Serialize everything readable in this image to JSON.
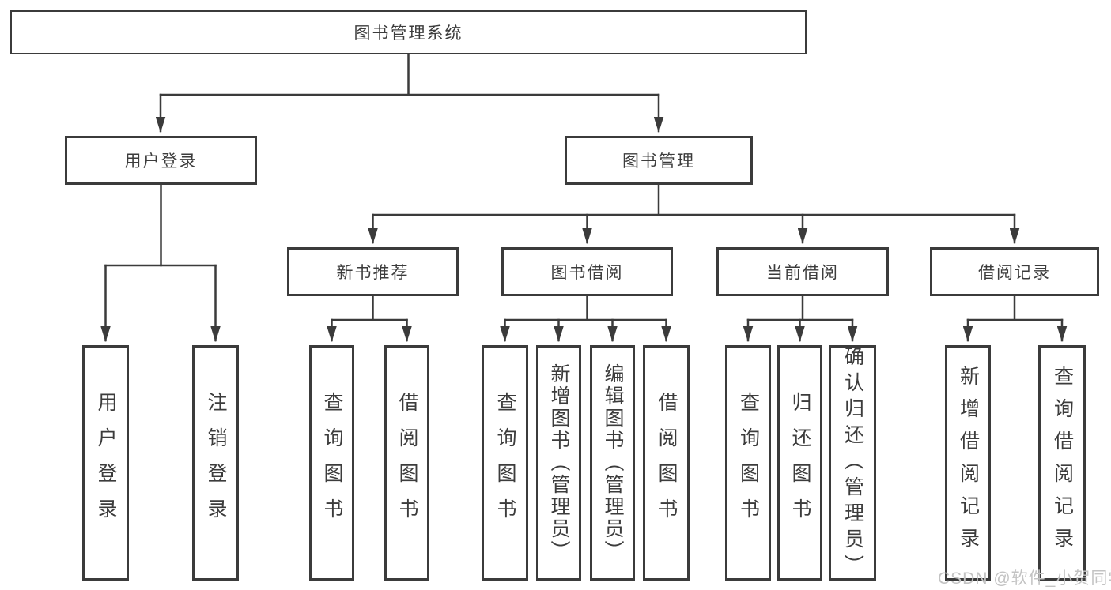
{
  "diagram": {
    "root": {
      "label": "图书管理系统"
    },
    "level2": [
      {
        "label": "用户登录"
      },
      {
        "label": "图书管理"
      }
    ],
    "level3": [
      {
        "label": "新书推荐"
      },
      {
        "label": "图书借阅"
      },
      {
        "label": "当前借阅"
      },
      {
        "label": "借阅记录"
      }
    ],
    "leaves": {
      "user": [
        {
          "label": "用户登录"
        },
        {
          "label": "注销登录"
        }
      ],
      "recommend": [
        {
          "label": "查询图书"
        },
        {
          "label": "借阅图书"
        }
      ],
      "borrow": [
        {
          "label": "查询图书"
        },
        {
          "label": "新增图书（管理员）"
        },
        {
          "label": "编辑图书（管理员）"
        },
        {
          "label": "借阅图书"
        }
      ],
      "current": [
        {
          "label": "查询图书"
        },
        {
          "label": "归还图书"
        },
        {
          "label": "确认归还（管理员）"
        }
      ],
      "records": [
        {
          "label": "新增借阅记录"
        },
        {
          "label": "查询借阅记录"
        }
      ]
    },
    "watermark": "CSDN @软件_小贺同学",
    "colors": {
      "line": "#3b3b3b",
      "text": "#3c3c3c",
      "background": "#ffffff",
      "watermark": "#c3c3c3"
    }
  }
}
